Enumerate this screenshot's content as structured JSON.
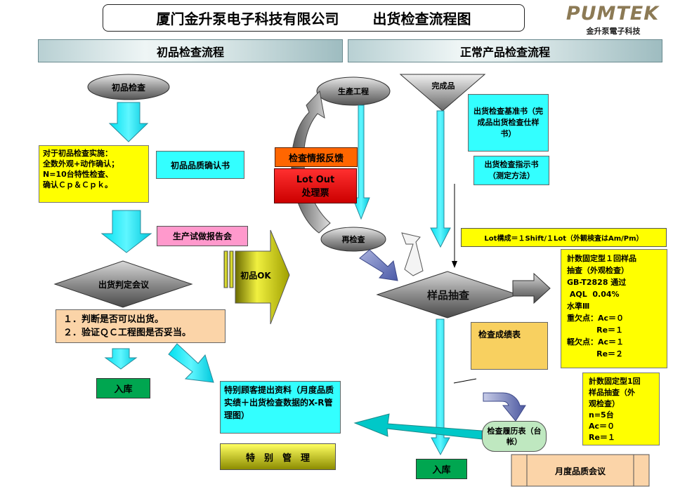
{
  "title": {
    "company": "厦门金升泵电子科技有限公司",
    "name": "出货检查流程图"
  },
  "logo": {
    "brand": "PUMTEK",
    "subtitle": "金升泵電子科技"
  },
  "left_section": {
    "header": "初品检查流程",
    "start": "初品检查",
    "implementation_note": [
      "对于初品检查实施：",
      "全数外观+动作确认；",
      "N=10台特性检查、",
      "确认Ｃｐ＆Ｃｐｋ。"
    ],
    "confirm_doc": "初品品质确认书",
    "trial_report": "生产试做报告会",
    "decision": "出货判定会议",
    "ok_label": "初品OK",
    "meeting_items": [
      "１．判断是否可以出货。",
      "２．验证ＱＣ工程图是否妥当。"
    ],
    "stock": "入库",
    "customer_data": "特别顾客提出资料（月度品质实绩＋出货检查数据的X-R管理图）",
    "special": "特　别　管　理"
  },
  "right_section": {
    "header": "正常产品检查流程",
    "production": "生產工程",
    "finished": "完成品",
    "std_doc": "出货检查基准书（完成品出货检查仕样书）",
    "instruction_doc": "出货检查指示书（测定方法）",
    "feedback": "检查情报反馈",
    "lot_out": [
      "Lot Out",
      "处理票"
    ],
    "recheck": "再检查",
    "lot_note": "Lot構成＝１Shift/１Lot（外観検査はAm/Pm）",
    "sampling": "样品抽查",
    "sampling_spec": [
      "計数固定型１回样品",
      "抽查（外观检查）",
      "GB-T2828 通过",
      " AQL  0.04%",
      "水準Ⅲ",
      "重欠点：Ac＝０",
      "           Re＝１",
      "軽欠点：Ac＝１",
      "           Re＝２"
    ],
    "result_table": "检查成绩表",
    "sampling_spec2": [
      "計数固定型1回",
      "样品抽查（外",
      "观检查）",
      "n=5台",
      "Ac＝０",
      "Re＝１"
    ],
    "history": "检查履历表（台帐）",
    "stock": "入库",
    "monthly": "月度品质会议"
  }
}
